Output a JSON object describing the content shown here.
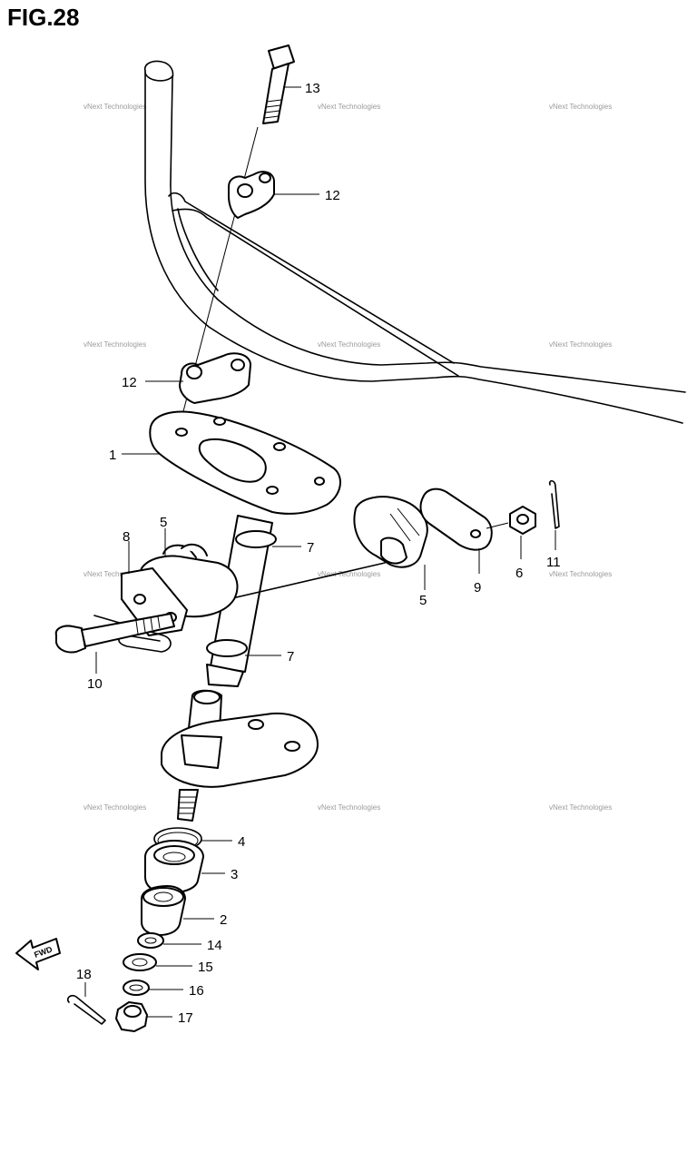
{
  "figure": {
    "title": "FIG.28"
  },
  "watermark": {
    "text": "vNext Technologies"
  },
  "fwd_badge": {
    "label": "FWD",
    "icon": "forward-arrow-icon"
  },
  "callouts": [
    {
      "num": "13"
    },
    {
      "num": "12"
    },
    {
      "num": "12"
    },
    {
      "num": "1"
    },
    {
      "num": "8"
    },
    {
      "num": "5"
    },
    {
      "num": "7"
    },
    {
      "num": "7"
    },
    {
      "num": "10"
    },
    {
      "num": "5"
    },
    {
      "num": "9"
    },
    {
      "num": "6"
    },
    {
      "num": "11"
    },
    {
      "num": "4"
    },
    {
      "num": "3"
    },
    {
      "num": "2"
    },
    {
      "num": "14"
    },
    {
      "num": "15"
    },
    {
      "num": "16"
    },
    {
      "num": "17"
    },
    {
      "num": "18"
    }
  ]
}
